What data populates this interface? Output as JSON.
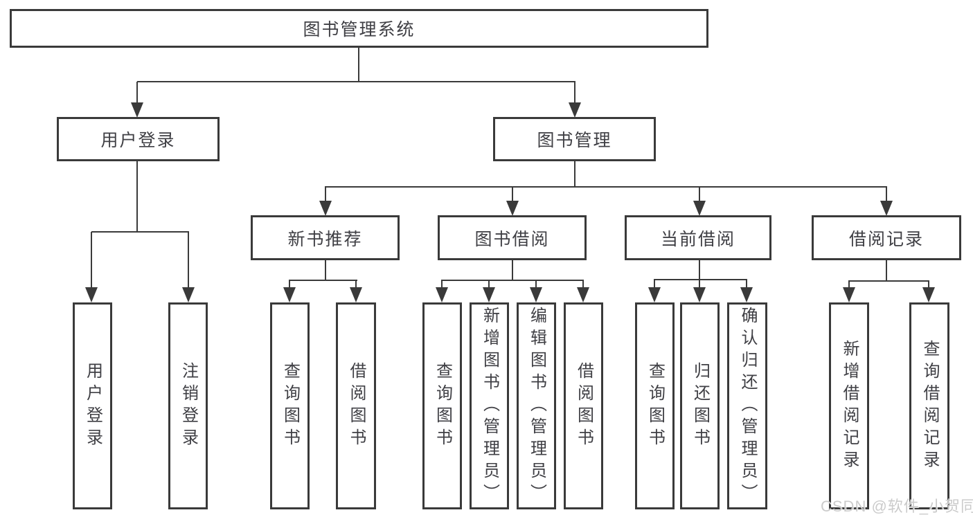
{
  "diagram": {
    "root": {
      "label": "图书管理系统"
    },
    "branches": [
      {
        "label": "用户登录",
        "children": [
          {
            "label": "用户登录"
          },
          {
            "label": "注销登录"
          }
        ]
      },
      {
        "label": "图书管理",
        "children": [
          {
            "label": "新书推荐",
            "children": [
              {
                "label": "查询图书"
              },
              {
                "label": "借阅图书"
              }
            ]
          },
          {
            "label": "图书借阅",
            "children": [
              {
                "label": "查询图书"
              },
              {
                "label": "新增图书（管理员）"
              },
              {
                "label": "编辑图书（管理员）"
              },
              {
                "label": "借阅图书"
              }
            ]
          },
          {
            "label": "当前借阅",
            "children": [
              {
                "label": "查询图书"
              },
              {
                "label": "归还图书"
              },
              {
                "label": "确认归还（管理员）"
              }
            ]
          },
          {
            "label": "借阅记录",
            "children": [
              {
                "label": "新增借阅记录"
              },
              {
                "label": "查询借阅记录"
              }
            ]
          }
        ]
      }
    ]
  },
  "watermark": {
    "text": "CSDN @软件_小贺同学"
  },
  "colors": {
    "line": "#3a3a3a",
    "text": "#3f3f44",
    "watermark": "#c9c9c9",
    "background": "#ffffff"
  }
}
